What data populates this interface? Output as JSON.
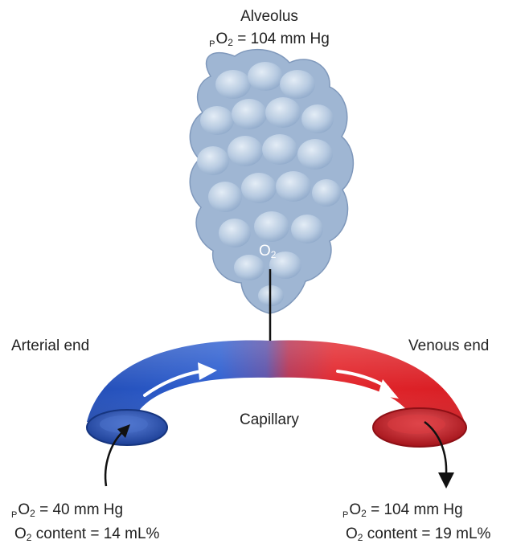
{
  "alveolus": {
    "title": "Alveolus",
    "po2_prefix": "P",
    "po2_main": "O",
    "po2_sub": "2",
    "po2_value": " = 104 mm Hg"
  },
  "oxygen": {
    "main": "O",
    "sub": "2"
  },
  "capillary": {
    "label": "Capillary",
    "arterial_label": "Arterial end",
    "venous_label": "Venous end"
  },
  "arterial": {
    "po2_prefix": "P",
    "po2_main": "O",
    "po2_sub": "2",
    "po2_value": " = 40 mm Hg",
    "content_main": "O",
    "content_sub": "2",
    "content_value": " content = 14 mL%"
  },
  "venous": {
    "po2_prefix": "P",
    "po2_main": "O",
    "po2_sub": "2",
    "po2_value": " = 104 mm Hg",
    "content_main": "O",
    "content_sub": "2",
    "content_value": " content = 19 mL%"
  },
  "colors": {
    "arterial": "#2b57c4",
    "venous": "#e5232a",
    "alveolus": "#8aa7cc"
  }
}
